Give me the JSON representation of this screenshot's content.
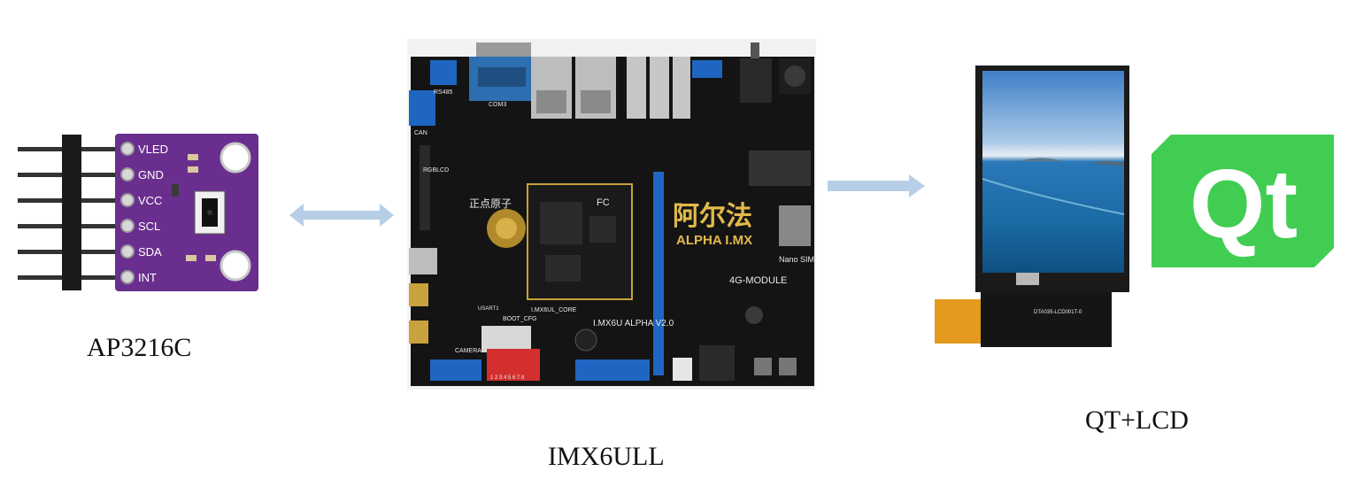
{
  "sensor": {
    "caption": "AP3216C",
    "pins": [
      "VLED",
      "GND",
      "VCC",
      "SCL",
      "SDA",
      "INT"
    ]
  },
  "board": {
    "caption": "IMX6ULL",
    "brand_cn": "正点原子",
    "logo_cn": "阿尔法",
    "logo_en": "ALPHA I.MX",
    "model": "I.MX6U ALPHA V2.0",
    "module": "4G-MODULE",
    "sim": "Nano SIM",
    "core": "I.MX6UL_CORE",
    "boot": "BOOT_CFG",
    "camera": "CAMERA",
    "rs485": "RS485",
    "com3": "COM3",
    "can": "CAN",
    "rgblcd": "RGBLCD",
    "usart": "USART1",
    "fc": "FC",
    "dip": "1 2 3 4 5 6 7 8"
  },
  "display": {
    "caption": "QT+LCD",
    "fpc_label": "DTA035-LCD001T-0",
    "logo_text": "Qt"
  },
  "arrows": {
    "bidirectional_color": "#b7cfe6",
    "forward_color": "#b7cfe6"
  },
  "colors": {
    "sensor_pcb": "#6a2f8e",
    "board_pcb": "#141414",
    "qt_green": "#41cd52",
    "lcd_fpc": "#e39a1f"
  }
}
